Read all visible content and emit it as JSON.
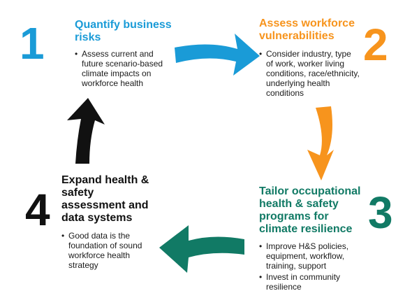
{
  "colors": {
    "step1": "#1a9bd7",
    "step2": "#f7941d",
    "step3": "#117a65",
    "step4": "#111111",
    "text": "#1a1a1a"
  },
  "steps": [
    {
      "number": "1",
      "title_lines": [
        "Quantify business",
        "risks"
      ],
      "bullets": [
        [
          "Assess current and",
          "future scenario-based",
          "climate impacts on",
          "workforce health"
        ]
      ]
    },
    {
      "number": "2",
      "title_lines": [
        "Assess workforce",
        "vulnerabilities"
      ],
      "bullets": [
        [
          "Consider industry, type",
          "of work, worker living",
          "conditions, race/ethnicity,",
          "underlying health",
          "conditions"
        ]
      ]
    },
    {
      "number": "3",
      "title_lines": [
        "Tailor occupational",
        "health & safety",
        "programs for",
        "climate resilience"
      ],
      "bullets": [
        [
          "Improve H&S policies,",
          "equipment, workflow,",
          "training, support"
        ],
        [
          "Invest in community",
          "resilience"
        ]
      ]
    },
    {
      "number": "4",
      "title_lines": [
        "Expand health &",
        "safety",
        "assessment and",
        "data systems"
      ],
      "bullets": [
        [
          "Good data is the",
          "foundation of sound",
          "workforce health",
          "strategy"
        ]
      ]
    }
  ],
  "arrows": [
    {
      "from": "1",
      "to": "2",
      "color": "step1"
    },
    {
      "from": "2",
      "to": "3",
      "color": "step2"
    },
    {
      "from": "3",
      "to": "4",
      "color": "step3"
    },
    {
      "from": "4",
      "to": "1",
      "color": "step4"
    }
  ]
}
